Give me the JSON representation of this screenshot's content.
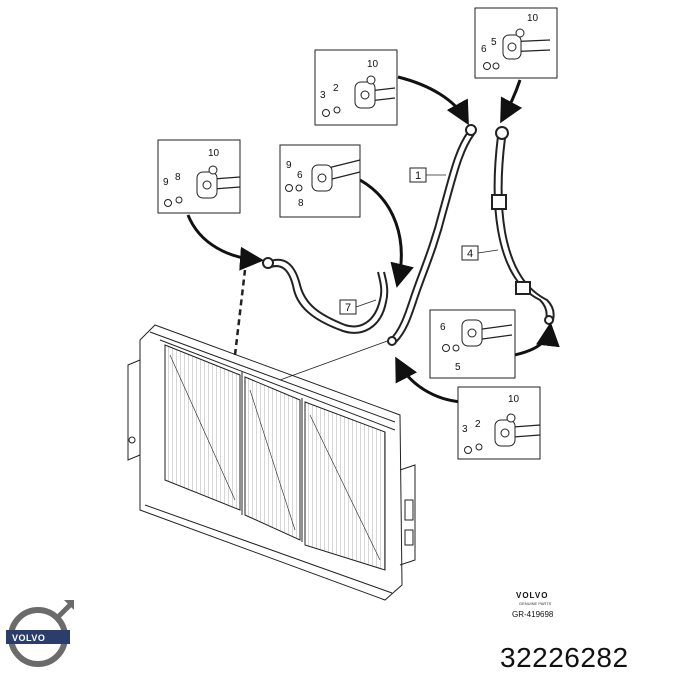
{
  "part_number": "32226282",
  "brand": {
    "name": "VOLVO",
    "sub": "GENUINE PARTS",
    "drawing_code": "GR-419698"
  },
  "logo": {
    "icon": "volvo-iron-mark-icon",
    "text": "VOLVO"
  },
  "callouts": {
    "box_1": "1",
    "box_4": "4",
    "box_7": "7"
  },
  "detail_views": [
    {
      "id": "top-right",
      "labels": [
        "10",
        "6",
        "5"
      ]
    },
    {
      "id": "top-center",
      "labels": [
        "10",
        "2",
        "3"
      ]
    },
    {
      "id": "left",
      "labels": [
        "10",
        "9",
        "8"
      ]
    },
    {
      "id": "center-left",
      "labels": [
        "9",
        "6",
        "8"
      ]
    },
    {
      "id": "right-middle",
      "labels": [
        "6",
        "5"
      ]
    },
    {
      "id": "right-lower",
      "labels": [
        "10",
        "2",
        "3"
      ]
    }
  ]
}
